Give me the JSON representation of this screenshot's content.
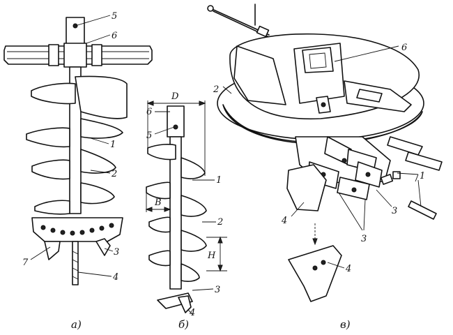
{
  "panels": {
    "a": {
      "caption": "а)",
      "labels": {
        "l1": "1",
        "l2": "2",
        "l3": "3",
        "l4": "4",
        "l5": "5",
        "l6": "6",
        "l7": "7"
      }
    },
    "b": {
      "caption": "б)",
      "labels": {
        "l1": "1",
        "l2": "2",
        "l3": "3",
        "l4": "4",
        "l5": "5",
        "l6": "6",
        "D": "D",
        "B": "B",
        "H": "H"
      }
    },
    "c": {
      "caption": "в)",
      "labels": {
        "l1": "1",
        "l2": "2",
        "l3a": "3",
        "l3b": "3",
        "l4a": "4",
        "l4b": "4",
        "l6": "6"
      }
    }
  }
}
